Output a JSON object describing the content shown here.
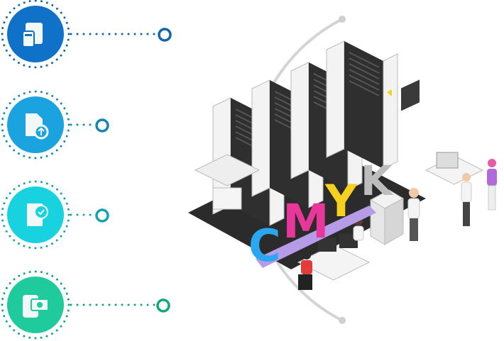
{
  "steps": [
    {
      "icon": "phone-calculator-icon",
      "color": "#0f72c8",
      "ring": "#1464a8"
    },
    {
      "icon": "file-upload-icon",
      "color": "#1ba3e0",
      "ring": "#1488b4"
    },
    {
      "icon": "document-approve-icon",
      "color": "#18d2e0",
      "ring": "#13a4b0"
    },
    {
      "icon": "mobile-payment-icon",
      "color": "#1fcb9c",
      "ring": "#12a57e"
    }
  ],
  "arc_color": "#d4d4d4",
  "illustration": {
    "letters": [
      "C",
      "M",
      "Y",
      "K"
    ],
    "letter_colors": [
      "#2aa7f0",
      "#e8379a",
      "#f6d21e",
      "#bdbdbd"
    ]
  }
}
